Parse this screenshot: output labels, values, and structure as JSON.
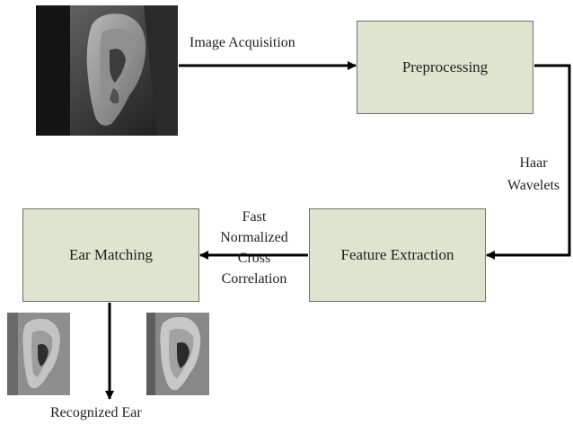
{
  "nodes": {
    "preprocessing": "Preprocessing",
    "feature_extraction": "Feature Extraction",
    "ear_matching": "Ear Matching"
  },
  "edges": {
    "image_acquisition": "Image Acquisition",
    "haar_line1": "Haar",
    "haar_line2": "Wavelets",
    "fncc_line1": "Fast",
    "fncc_line2": "Normalized",
    "fncc_line3": "Cross",
    "fncc_line4": "Correlation",
    "output": "Recognized Ear"
  },
  "images": {
    "input": "ear-photo-icon",
    "template_left": "ear-template-icon",
    "template_right": "ear-template-icon"
  },
  "colors": {
    "box_fill": "#dde5cf",
    "box_border": "#6f6f6f",
    "line": "#000000"
  }
}
